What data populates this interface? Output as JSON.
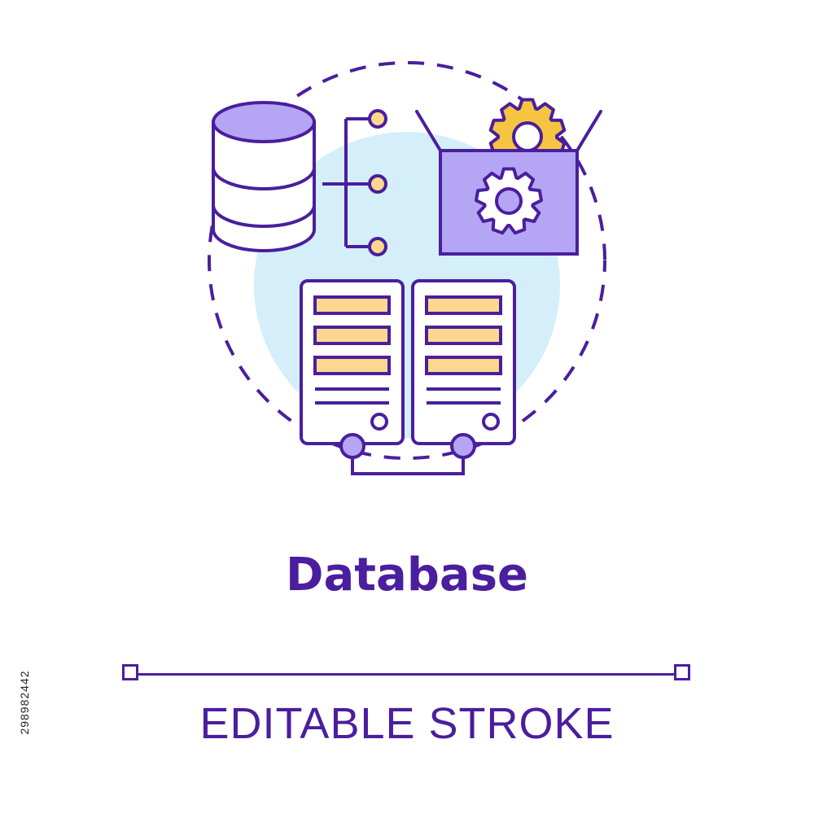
{
  "title": "Database",
  "subtitle": "EDITABLE STROKE",
  "stock_id": "298982442",
  "colors": {
    "stroke": "#4a1e9e",
    "lavender": "#b4a6f5",
    "yellow": "#fbd88d",
    "gear_yellow": "#f5c542",
    "sky": "#d4eff9",
    "background": "#ffffff"
  },
  "icons": [
    "database-cylinder-icon",
    "connection-nodes-icon",
    "gear-box-icon",
    "server-racks-icon"
  ]
}
